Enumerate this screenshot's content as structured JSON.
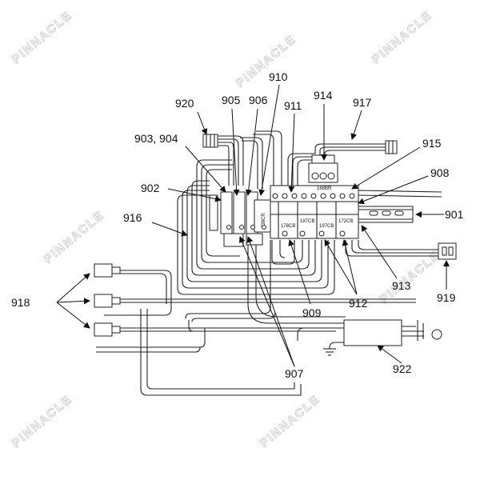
{
  "watermark": "PINNACLE",
  "labels": {
    "l901": "901",
    "l902": "902",
    "l903": "903, 904",
    "l905": "905",
    "l906": "906",
    "l907": "907",
    "l908": "908",
    "l909": "909",
    "l910": "910",
    "l911": "911",
    "l912": "912",
    "l913": "913",
    "l914": "914",
    "l915": "915",
    "l916": "916",
    "l917": "917",
    "l918": "918",
    "l919": "919",
    "l920": "920",
    "l922": "922"
  },
  "breakers": {
    "b168": "168BR",
    "b178": "178CB",
    "b187": "187CB",
    "b197": "197CB",
    "b172": "172CB",
    "b238": "238CR"
  }
}
